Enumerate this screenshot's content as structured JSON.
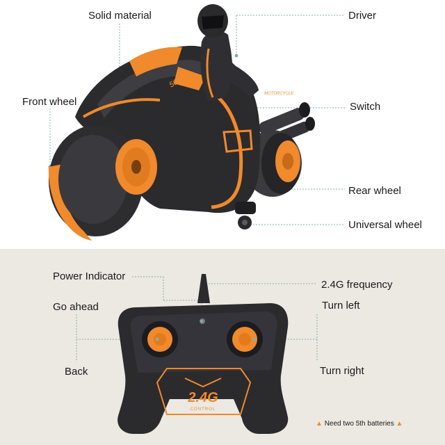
{
  "product": {
    "callouts": {
      "solid_material": "Solid material",
      "driver": "Driver",
      "front_wheel": "Front wheel",
      "switch": "Switch",
      "rear_wheel": "Rear wheel",
      "universal_wheel": "Universal wheel"
    },
    "bike_badge": "500cc",
    "bike_side_text": "MOTORCYCLE"
  },
  "remote": {
    "callouts": {
      "power_indicator": "Power Indicator",
      "frequency": "2.4G frequency",
      "go_ahead": "Go ahead",
      "turn_left": "Turn left",
      "back": "Back",
      "turn_right": "Turn right"
    },
    "logo_main": "2.4G",
    "logo_sub": "CONTROL",
    "battery_note": "Need two 5th batteries"
  },
  "colors": {
    "accent": "#f08a2c",
    "body_dark": "#2b2b2e",
    "leader_line": "#7fb2a8",
    "background_bottom": "#ece8e2"
  }
}
